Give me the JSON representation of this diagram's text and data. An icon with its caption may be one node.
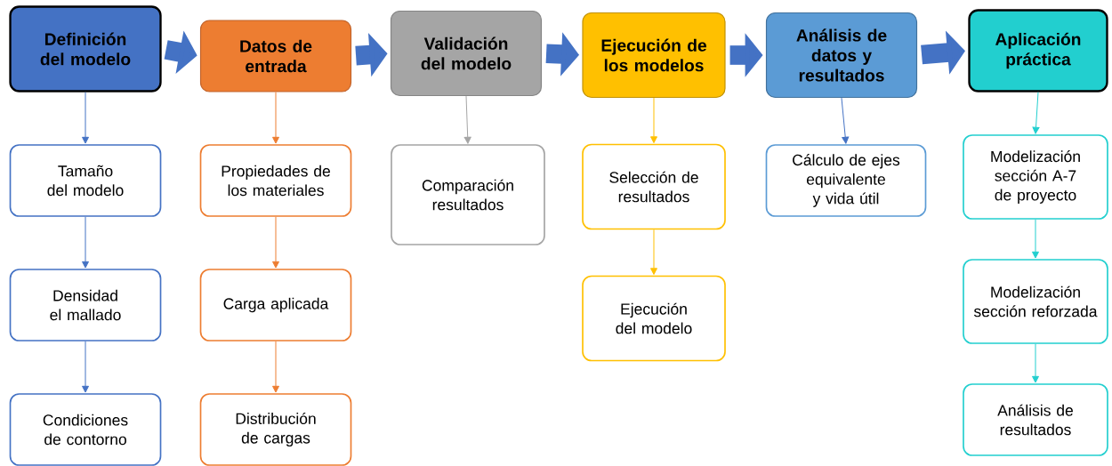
{
  "diagram": {
    "nodes": [
      {
        "text": [
          "Definición del modelo"
        ]
      },
      {
        "text": [
          "Datos de entrada"
        ]
      },
      {
        "text": [
          "Validación del modelo"
        ]
      },
      {
        "text": [
          "Ejecución de los modelos"
        ]
      },
      {
        "text": [
          "Análisis de datos y resultados"
        ]
      },
      {
        "text": [
          "Aplicación práctica"
        ]
      },
      {
        "text": [
          "Tamaño del modelo"
        ]
      },
      {
        "text": [
          "Densidad el mallado"
        ]
      },
      {
        "text": [
          "Condiciones de contorno"
        ]
      },
      {
        "text": [
          "Propiedades de los materiales"
        ]
      },
      {
        "text": [
          "Carga aplicada"
        ]
      },
      {
        "text": [
          "Distribución de cargas"
        ]
      },
      {
        "text": [
          "Comparación resultados"
        ]
      },
      {
        "text": [
          "Selección de resultados"
        ]
      },
      {
        "text": [
          "Ejecución del modelo"
        ]
      },
      {
        "text": [
          "Cálculo de ejes equivalente y vida útil"
        ]
      },
      {
        "text": [
          "Modelización sección A-7 de proyecto"
        ]
      },
      {
        "text": [
          "Modelización sección reforzada"
        ]
      },
      {
        "text": [
          "Análisis de resultados"
        ]
      }
    ],
    "edges": [
      {
        "from": 0,
        "to": 1,
        "arrow": "to",
        "style": "thick",
        "color": "#4472c4"
      },
      {
        "from": 1,
        "to": 2,
        "arrow": "to",
        "style": "thick",
        "color": "#4472c4"
      },
      {
        "from": 2,
        "to": 3,
        "arrow": "to",
        "style": "thick",
        "color": "#4472c4"
      },
      {
        "from": 3,
        "to": 4,
        "arrow": "to",
        "style": "thick",
        "color": "#4472c4"
      },
      {
        "from": 4,
        "to": 5,
        "arrow": "to",
        "style": "thick",
        "color": "#4472c4"
      },
      {
        "from": 0,
        "to": 6,
        "arrow": "to",
        "color": "#4472c4"
      },
      {
        "from": 6,
        "to": 7,
        "arrow": "to",
        "color": "#4472c4"
      },
      {
        "from": 7,
        "to": 8,
        "arrow": "to",
        "color": "#4472c4"
      },
      {
        "from": 1,
        "to": 9,
        "arrow": "to",
        "color": "#ed7d31"
      },
      {
        "from": 9,
        "to": 10,
        "arrow": "to",
        "color": "#ed7d31"
      },
      {
        "from": 10,
        "to": 11,
        "arrow": "to",
        "color": "#ed7d31"
      },
      {
        "from": 2,
        "to": 12,
        "arrow": "to",
        "color": "#a5a5a5"
      },
      {
        "from": 3,
        "to": 13,
        "arrow": "to",
        "color": "#ffc000"
      },
      {
        "from": 13,
        "to": 14,
        "arrow": "to",
        "color": "#ffc000"
      },
      {
        "from": 4,
        "to": 15,
        "arrow": "to",
        "color": "#4472c4"
      },
      {
        "from": 5,
        "to": 16,
        "arrow": "to",
        "color": "#22cfcf"
      },
      {
        "from": 16,
        "to": 17,
        "arrow": "to",
        "color": "#22cfcf"
      },
      {
        "from": 17,
        "to": 18,
        "arrow": "to",
        "color": "#22cfcf"
      }
    ]
  }
}
